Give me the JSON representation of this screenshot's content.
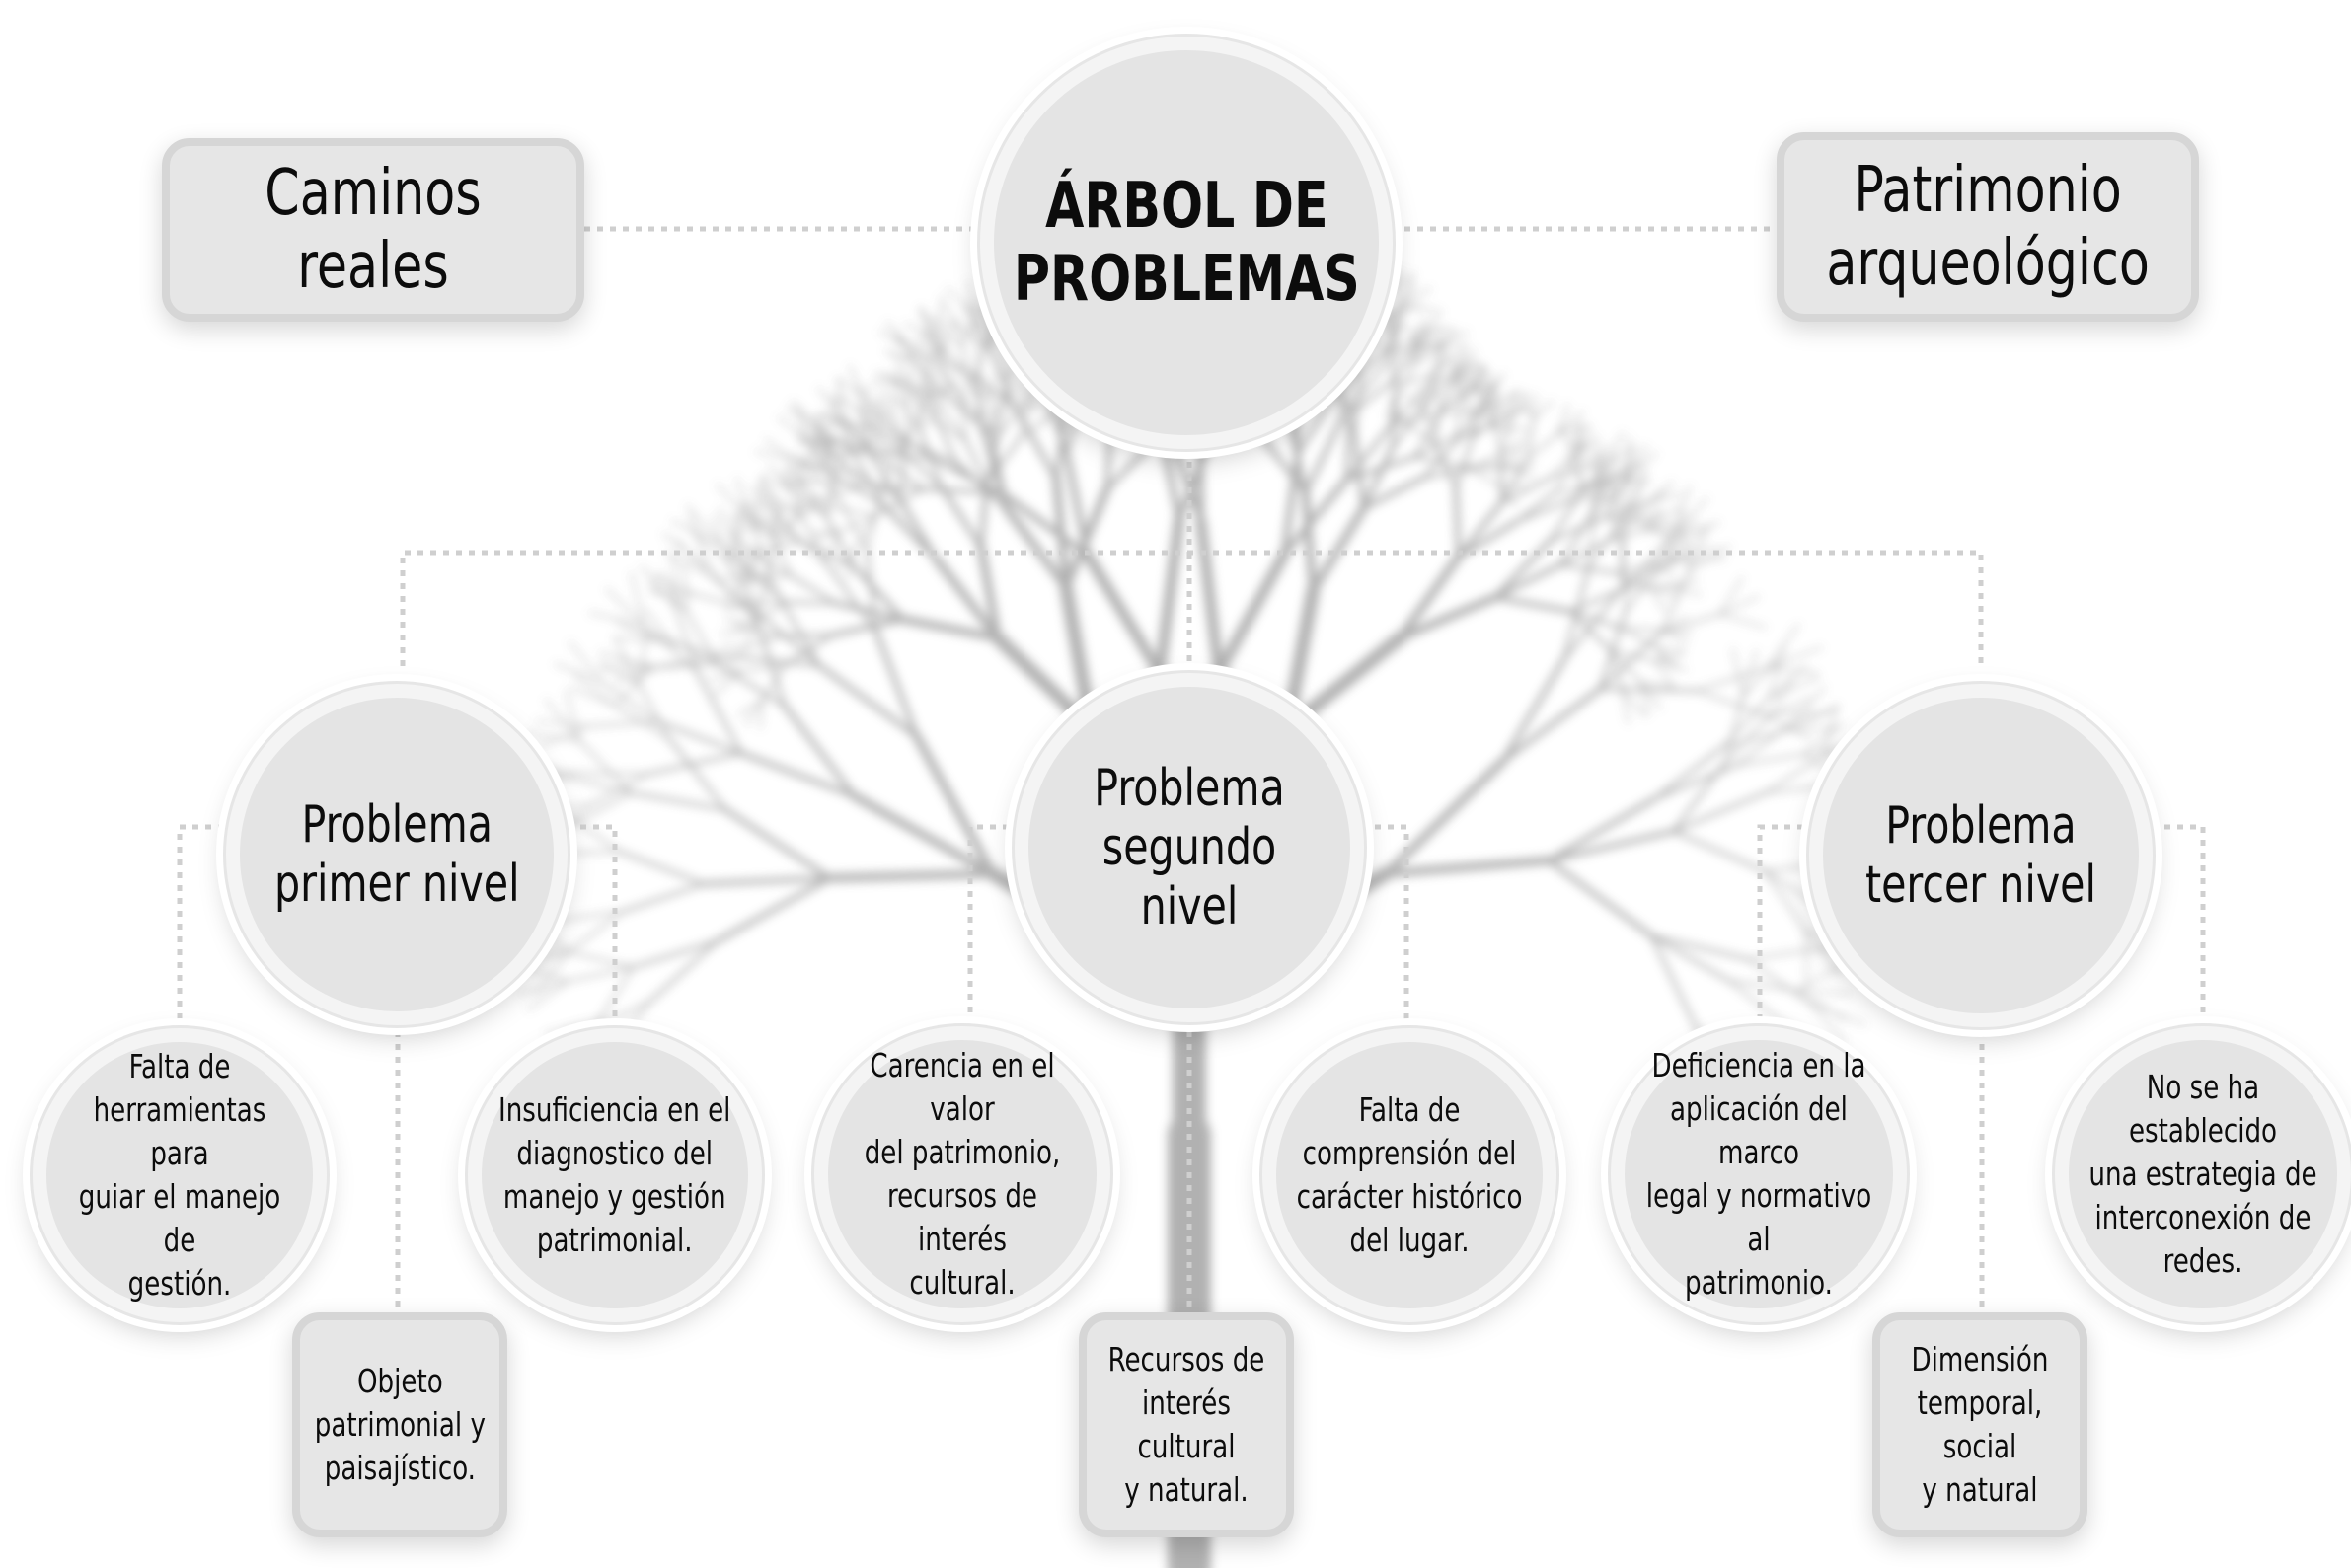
{
  "root": {
    "label": "ÁRBOL DE\nPROBLEMAS"
  },
  "side_left": {
    "label": "Caminos reales"
  },
  "side_right": {
    "label": "Patrimonio\narqueológico"
  },
  "problems": [
    {
      "label": "Problema\nprimer nivel"
    },
    {
      "label": "Problema\nsegundo nivel"
    },
    {
      "label": "Problema\ntercer  nivel"
    }
  ],
  "causes_first": [
    {
      "label": "Falta de\nherramientas para\nguiar el manejo de\ngestión."
    },
    {
      "label": "Objeto\npatrimonial y\npaisajístico."
    },
    {
      "label": "Insuficiencia en el\ndiagnostico del\nmanejo y gestión\npatrimonial."
    }
  ],
  "causes_second": [
    {
      "label": "Carencia en el valor\ndel patrimonio,\nrecursos de interés\ncultural."
    },
    {
      "label": "Recursos de\ninterés cultural\ny natural."
    },
    {
      "label": "Falta de\ncomprensión del\ncarácter histórico\ndel lugar."
    }
  ],
  "causes_third": [
    {
      "label": "Deficiencia en la\naplicación del marco\nlegal y normativo al\npatrimonio."
    },
    {
      "label": "Dimensión\ntemporal, social\ny natural"
    },
    {
      "label": "No se ha establecido\nuna estrategia de\ninterconexión de\nredes."
    }
  ]
}
